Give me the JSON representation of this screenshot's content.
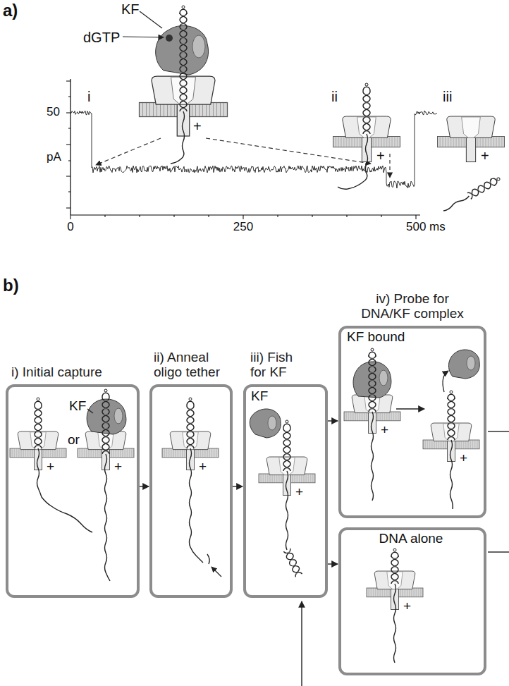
{
  "diagram": {
    "nodes": [
      {
        "text": [
          "i) Initial capture",
          "KF",
          "or",
          "+",
          "+"
        ]
      },
      {
        "text": [
          "ii) Anneal oligo tether",
          "+"
        ]
      },
      {
        "text": [
          "iii) Fish for KF",
          "KF",
          "+"
        ]
      },
      {
        "text": [
          "iv) Probe for DNA/KF complex",
          "KF bound",
          "+",
          "+"
        ]
      },
      {
        "text": [
          "DNA alone",
          "+"
        ]
      }
    ],
    "edges": [
      {
        "from": 0,
        "to": 1,
        "arrow": "to"
      },
      {
        "from": 1,
        "to": 2,
        "arrow": "to"
      },
      {
        "from": 2,
        "to": 3,
        "arrow": "to"
      },
      {
        "from": 2,
        "to": 4,
        "arrow": "to"
      }
    ],
    "labels": [
      "a)",
      "KF",
      "dGTP",
      "i",
      "ii",
      "iii",
      "+",
      "+",
      "+",
      "50",
      "pA",
      "0",
      "250",
      "500 ms",
      "b)"
    ]
  }
}
